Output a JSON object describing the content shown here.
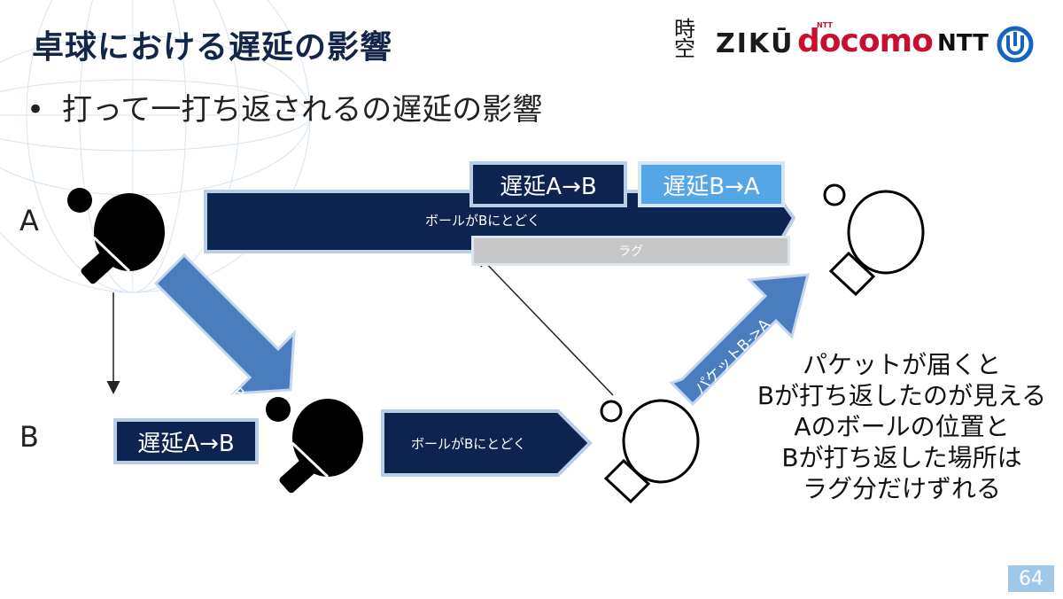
{
  "header": {
    "title": "卓球における遅延の影響",
    "bullet": "打って一打ち返されるの遅延の影響"
  },
  "logos": {
    "kanji_top": "時",
    "kanji_bottom": "空",
    "ziku": "ZIKŪ",
    "docomo": "docomo",
    "docomo_ntt": "NTT",
    "ntt": "NTT"
  },
  "rows": {
    "a": "A",
    "b": "B"
  },
  "boxes": {
    "delay_ab_top": "遅延A→B",
    "delay_ba_top": "遅延B→A",
    "delay_ab_bottom": "遅延A→B"
  },
  "arrows": {
    "ball_reaches_b_top": "ボールがBにとどく",
    "lag": "ラグ",
    "packet_ab": "パケットA->B",
    "ball_reaches_b_bottom": "ボールがBにとどく",
    "packet_ba": "パケットB->A"
  },
  "note": {
    "lines": [
      "パケットが届くと",
      "Bが打ち返したのが見える",
      "Aのボールの位置と",
      "Bが打ち返した場所は",
      "ラグ分だけずれる"
    ]
  },
  "page_number": "64",
  "colors": {
    "dark_navy": "#0e2450",
    "light_blue": "#55a6e6",
    "mid_blue": "#4a7cc0",
    "lag_gray": "#c7c7c7",
    "docomo_red": "#c8102e",
    "title_navy": "#14254a"
  }
}
